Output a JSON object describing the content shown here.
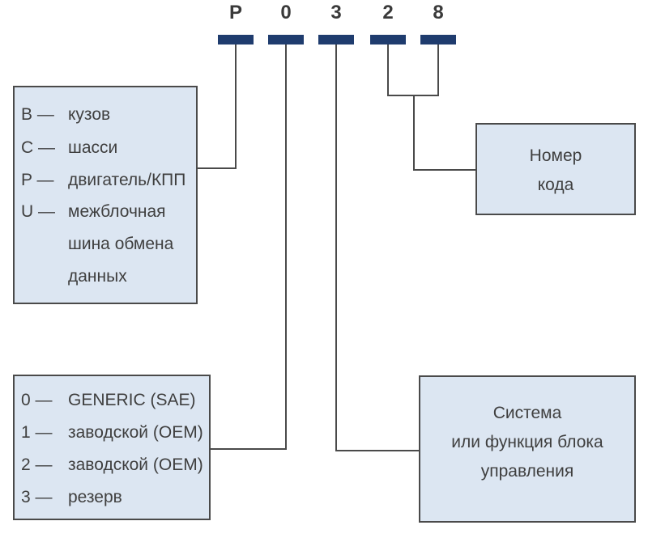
{
  "code": {
    "chars": [
      "P",
      "0",
      "3",
      "2",
      "8"
    ]
  },
  "system_box": {
    "items": [
      {
        "key": "B —",
        "desc": "кузов"
      },
      {
        "key": "C —",
        "desc": "шасси"
      },
      {
        "key": "P —",
        "desc": "двигатель/КПП"
      },
      {
        "key": "U —",
        "desc": "межблочная"
      }
    ],
    "continuation": [
      "шина обмена",
      "данных"
    ]
  },
  "type_box": {
    "items": [
      {
        "key": "0 —",
        "desc": "GENERIC (SAE)"
      },
      {
        "key": "1 —",
        "desc": "заводской (OEM)"
      },
      {
        "key": "2 —",
        "desc": "заводской (OEM)"
      },
      {
        "key": "3 —",
        "desc": "резерв"
      }
    ]
  },
  "number_box": {
    "lines": [
      "Номер",
      "кода"
    ]
  },
  "subsystem_box": {
    "lines": [
      "Система",
      "или функция блока",
      "управления"
    ]
  },
  "colors": {
    "code_bar": "#1f3c6e",
    "box_fill": "#dce6f2",
    "box_border": "#4a4a4a",
    "connector": "#4a4a4a"
  }
}
